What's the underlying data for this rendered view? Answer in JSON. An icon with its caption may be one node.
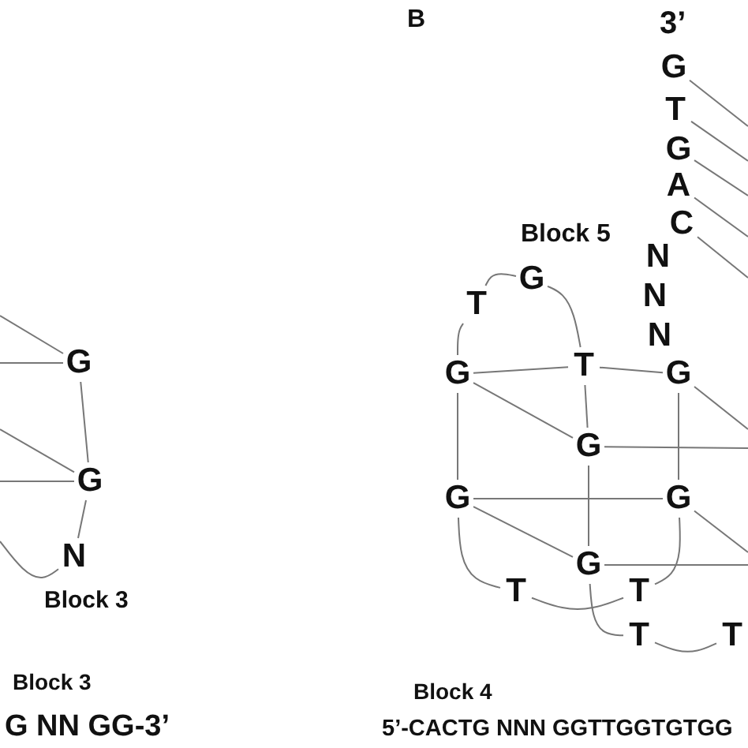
{
  "diagram": {
    "nodes": [
      {
        "text": [
          "G"
        ]
      },
      {
        "text": [
          "T"
        ]
      },
      {
        "text": [
          "G"
        ]
      },
      {
        "text": [
          "A"
        ]
      },
      {
        "text": [
          "C"
        ]
      },
      {
        "text": [
          "N"
        ]
      },
      {
        "text": [
          "G"
        ]
      },
      {
        "text": [
          "N"
        ]
      },
      {
        "text": [
          "T"
        ]
      },
      {
        "text": [
          "N"
        ]
      },
      {
        "text": [
          "G"
        ]
      },
      {
        "text": [
          "T"
        ]
      },
      {
        "text": [
          "G"
        ]
      },
      {
        "text": [
          "G"
        ]
      },
      {
        "text": [
          "G"
        ]
      },
      {
        "text": [
          "G"
        ]
      },
      {
        "text": [
          "G"
        ]
      },
      {
        "text": [
          "G"
        ]
      },
      {
        "text": [
          "N"
        ]
      },
      {
        "text": [
          "G"
        ]
      },
      {
        "text": [
          "T"
        ]
      },
      {
        "text": [
          "T"
        ]
      },
      {
        "text": [
          "T"
        ]
      },
      {
        "text": [
          "T"
        ]
      }
    ],
    "edges": [
      {
        "from": null,
        "to": 10,
        "arrow": "none"
      },
      {
        "from": null,
        "to": 10,
        "arrow": "none"
      },
      {
        "from": null,
        "to": 15,
        "arrow": "none"
      },
      {
        "from": null,
        "to": 15,
        "arrow": "none"
      },
      {
        "from": 10,
        "to": 15,
        "arrow": "none"
      },
      {
        "from": 15,
        "to": 18,
        "arrow": "none"
      },
      {
        "from": 18,
        "to": null,
        "arrow": "none"
      },
      {
        "from": 0,
        "to": null,
        "arrow": "none"
      },
      {
        "from": 1,
        "to": null,
        "arrow": "none"
      },
      {
        "from": 2,
        "to": null,
        "arrow": "none"
      },
      {
        "from": 3,
        "to": null,
        "arrow": "none"
      },
      {
        "from": 4,
        "to": null,
        "arrow": "none"
      },
      {
        "from": 12,
        "to": 8,
        "arrow": "none"
      },
      {
        "from": 8,
        "to": 6,
        "arrow": "none"
      },
      {
        "from": 6,
        "to": 11,
        "arrow": "none"
      },
      {
        "from": 12,
        "to": 11,
        "arrow": "none"
      },
      {
        "from": 11,
        "to": 13,
        "arrow": "none"
      },
      {
        "from": 12,
        "to": 14,
        "arrow": "none"
      },
      {
        "from": 14,
        "to": null,
        "arrow": "none"
      },
      {
        "from": 13,
        "to": null,
        "arrow": "none"
      },
      {
        "from": 12,
        "to": 16,
        "arrow": "none"
      },
      {
        "from": 11,
        "to": 14,
        "arrow": "none"
      },
      {
        "from": 13,
        "to": 17,
        "arrow": "none"
      },
      {
        "from": 16,
        "to": 17,
        "arrow": "none"
      },
      {
        "from": 14,
        "to": 19,
        "arrow": "none"
      },
      {
        "from": 16,
        "to": 19,
        "arrow": "none"
      },
      {
        "from": 17,
        "to": null,
        "arrow": "none"
      },
      {
        "from": 19,
        "to": null,
        "arrow": "none"
      },
      {
        "from": 16,
        "to": 20,
        "arrow": "none"
      },
      {
        "from": 20,
        "to": 21,
        "arrow": "none"
      },
      {
        "from": 17,
        "to": 21,
        "arrow": "none"
      },
      {
        "from": 19,
        "to": 22,
        "arrow": "none"
      },
      {
        "from": 22,
        "to": 23,
        "arrow": "none"
      }
    ],
    "labels": [
      "B",
      "3’",
      "Block 5",
      "Block 3",
      "Block 3",
      "G NN GG-3’",
      "Block 4",
      "5’-CACTG NNN GGTTGGTGTGG"
    ]
  }
}
